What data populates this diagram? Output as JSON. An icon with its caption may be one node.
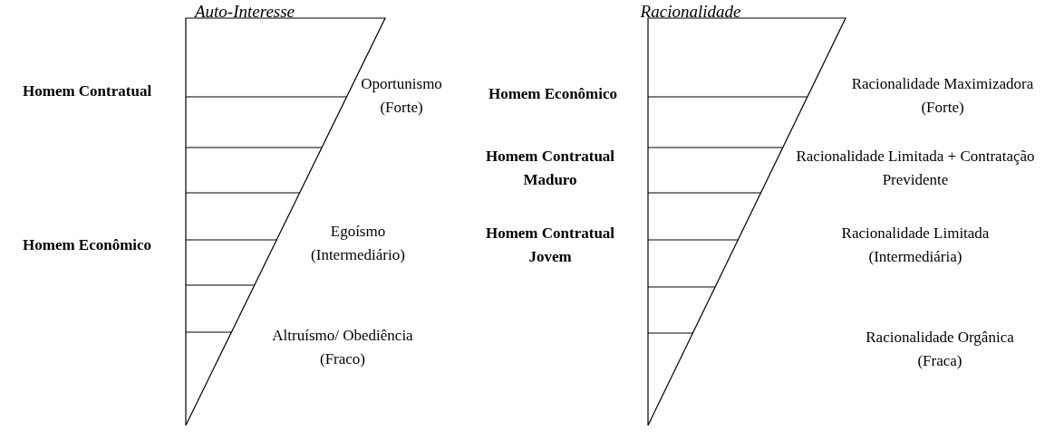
{
  "diagram": {
    "labels": [
      "Auto-Interesse",
      "Homem Contratual",
      "Oportunismo (Forte)",
      "Homem Econômico",
      "Egoísmo (Intermediário)",
      "Altruísmo/ Obediência (Fraco)",
      "Racionalidade",
      "Homem Econômico",
      "Racionalidade Maximizadora (Forte)",
      "Homem Contratual Maduro",
      "Racionalidade Limitada + Contratação Previdente",
      "Homem Contratual Jovem",
      "Racionalidade Limitada (Intermediária)",
      "Racionalidade Orgânica (Fraca)"
    ]
  }
}
